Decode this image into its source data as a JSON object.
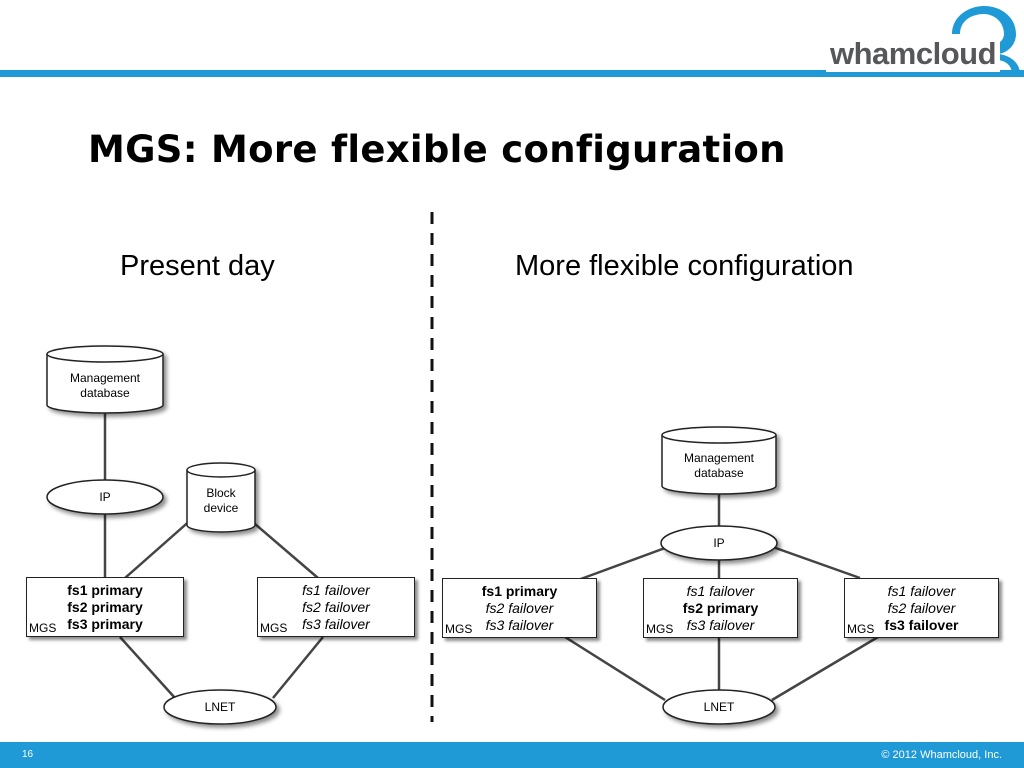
{
  "brand": {
    "name": "whamcloud",
    "color": "#1f9ad6"
  },
  "title": "MGS: More flexible configuration",
  "left": {
    "heading": "Present day",
    "db": [
      "Management",
      "database"
    ],
    "ip": "IP",
    "block": [
      "Block",
      "device"
    ],
    "lnet": "LNET",
    "box1": {
      "lines": [
        "fs1 primary",
        "fs2 primary",
        "fs3 primary"
      ],
      "mgs": "MGS"
    },
    "box2": {
      "lines": [
        "fs1 failover",
        "fs2 failover",
        "fs3 failover"
      ],
      "mgs": "MGS"
    }
  },
  "right": {
    "heading": "More flexible configuration",
    "db": [
      "Management",
      "database"
    ],
    "ip": "IP",
    "lnet": "LNET",
    "box1": {
      "lines": [
        "fs1 primary",
        "fs2 failover",
        "fs3 failover"
      ],
      "mgs": "MGS"
    },
    "box2": {
      "lines": [
        "fs1 failover",
        "fs2 primary",
        "fs3 failover"
      ],
      "mgs": "MGS"
    },
    "box3": {
      "lines": [
        "fs1 failover",
        "fs2 failover",
        "fs3 failover"
      ],
      "mgs": "MGS"
    }
  },
  "footer": {
    "page": "16",
    "copyright": "© 2012  Whamcloud, Inc."
  }
}
